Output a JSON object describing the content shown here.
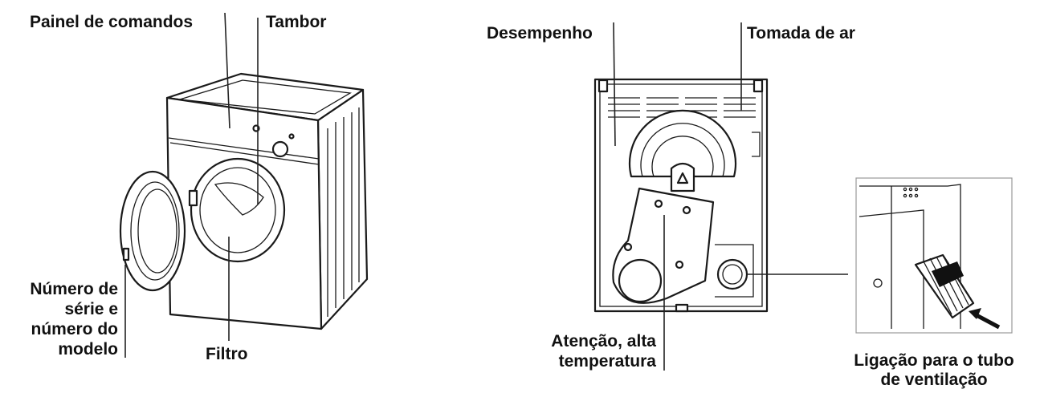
{
  "labels": {
    "painel": "Painel de comandos",
    "tambor": "Tambor",
    "serie_1": "Número de",
    "serie_2": "série e",
    "serie_3": "número do",
    "serie_4": "modelo",
    "filtro": "Filtro",
    "desempenho": "Desempenho",
    "tomada": "Tomada de ar",
    "atencao_1": "Atenção, alta",
    "atencao_2": "temperatura",
    "ligacao_1": "Ligação para o tubo",
    "ligacao_2": "de ventilação"
  }
}
